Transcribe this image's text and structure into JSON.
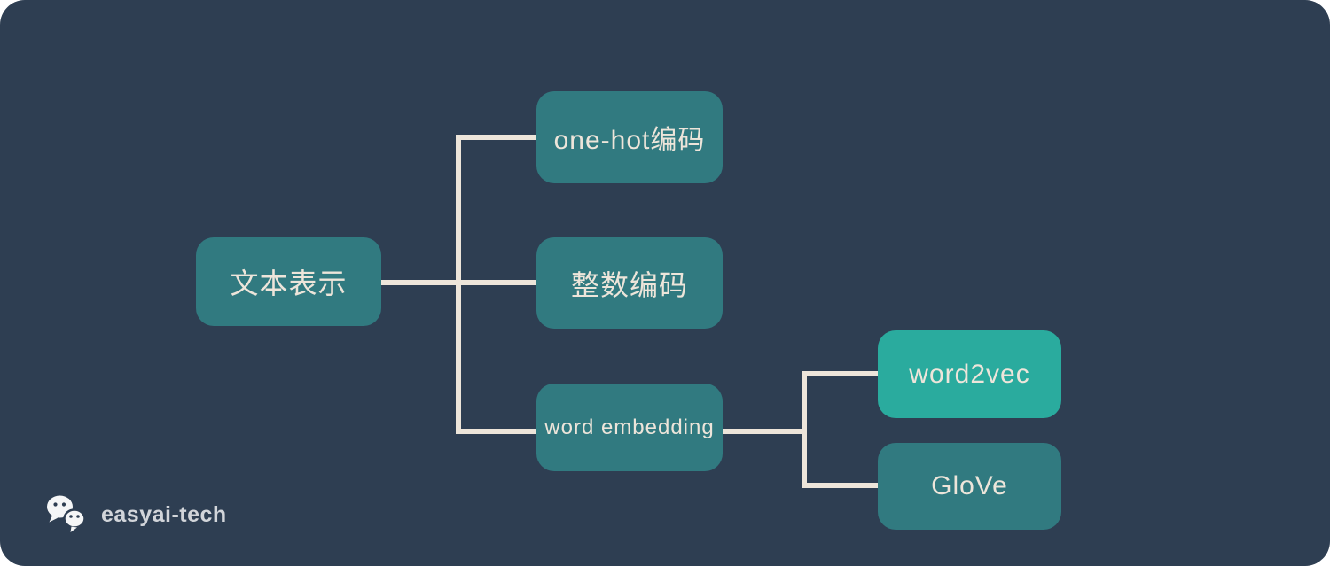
{
  "canvas": {
    "background": "#2E3E52",
    "line_color": "#EDE5DA",
    "text_color": "#EDE5DA",
    "node_color": "#317A80",
    "highlight_node_color": "#2AAB9E"
  },
  "diagram": {
    "root": {
      "label": "文本表示"
    },
    "children": [
      {
        "label": "one-hot编码"
      },
      {
        "label": "整数编码"
      },
      {
        "label": "word embedding"
      }
    ],
    "grandchildren": [
      {
        "label": "word2vec"
      },
      {
        "label": "GloVe"
      }
    ]
  },
  "footer": {
    "brand": "easyai-tech",
    "logo": "wechat-logo"
  }
}
